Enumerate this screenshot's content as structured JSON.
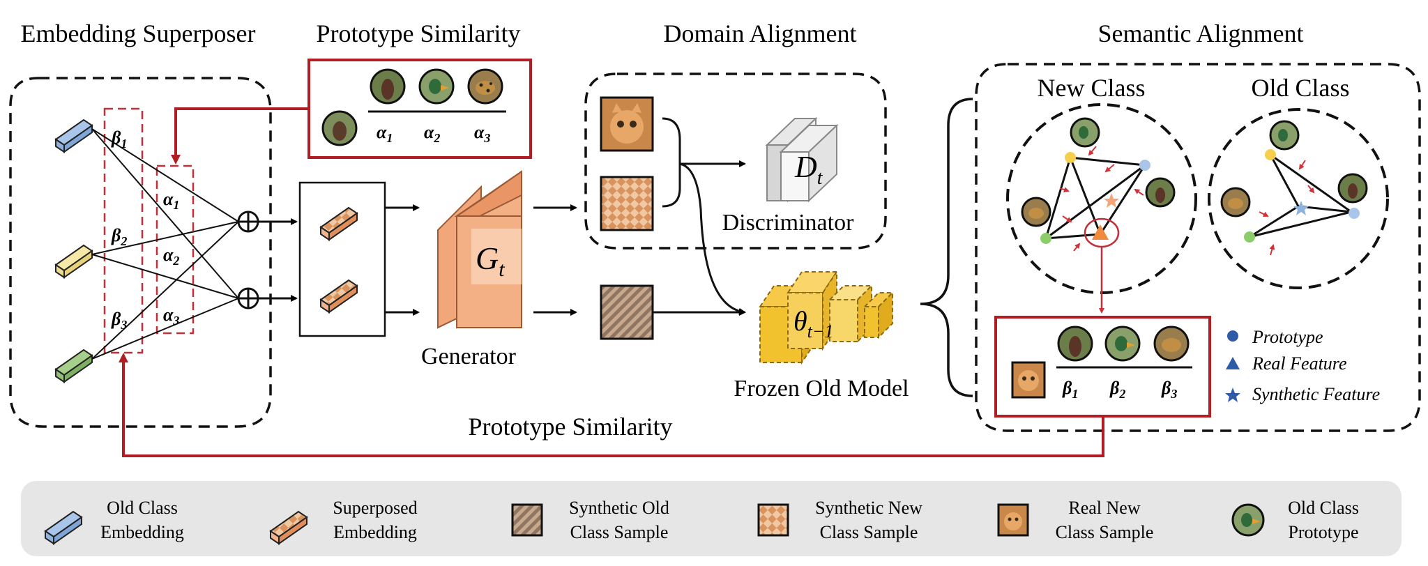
{
  "titles": {
    "embedding_superposer": "Embedding Superposer",
    "prototype_similarity_top": "Prototype Similarity",
    "domain_alignment": "Domain Alignment",
    "semantic_alignment": "Semantic Alignment",
    "prototype_similarity_bottom": "Prototype Similarity"
  },
  "labels": {
    "generator": "Generator",
    "discriminator": "Discriminator",
    "frozen_old_model": "Frozen Old Model",
    "new_class": "New Class",
    "old_class": "Old Class",
    "g_symbol": "G",
    "g_sub": "t",
    "d_symbol": "D",
    "d_sub": "t",
    "theta_symbol": "θ",
    "theta_sub": "t−1"
  },
  "greek": {
    "beta": [
      "β1",
      "β2",
      "β3"
    ],
    "alpha": [
      "α1",
      "α2",
      "α3"
    ],
    "beta_sym": "β",
    "alpha_sym": "α",
    "subs": [
      "1",
      "2",
      "3"
    ]
  },
  "side_legend": {
    "prototype": "Prototype",
    "real_feature": "Real Feature",
    "synthetic_feature": "Synthetic Feature"
  },
  "bottom_legend": [
    {
      "line1": "Old Class",
      "line2": "Embedding",
      "icon": "blue-embedding-icon"
    },
    {
      "line1": "Superposed",
      "line2": "Embedding",
      "icon": "orange-embedding-icon"
    },
    {
      "line1": "Synthetic Old",
      "line2": "Class Sample",
      "icon": "synthetic-old-sample-icon"
    },
    {
      "line1": "Synthetic New",
      "line2": "Class Sample",
      "icon": "synthetic-new-sample-icon"
    },
    {
      "line1": "Real New",
      "line2": "Class Sample",
      "icon": "real-new-sample-icon"
    },
    {
      "line1": "Old Class",
      "line2": "Prototype",
      "icon": "prototype-circle-icon"
    }
  ],
  "colors": {
    "red": "#b01e23",
    "blue_embedding": "#a9c6ea",
    "yellow_embedding": "#f6e9a8",
    "green_embedding": "#a6cf8c",
    "orange": "#f2a77a",
    "gold": "#f2c12e",
    "legend_bg": "#e6e6e6",
    "point_blue": "#2f5aa8"
  }
}
